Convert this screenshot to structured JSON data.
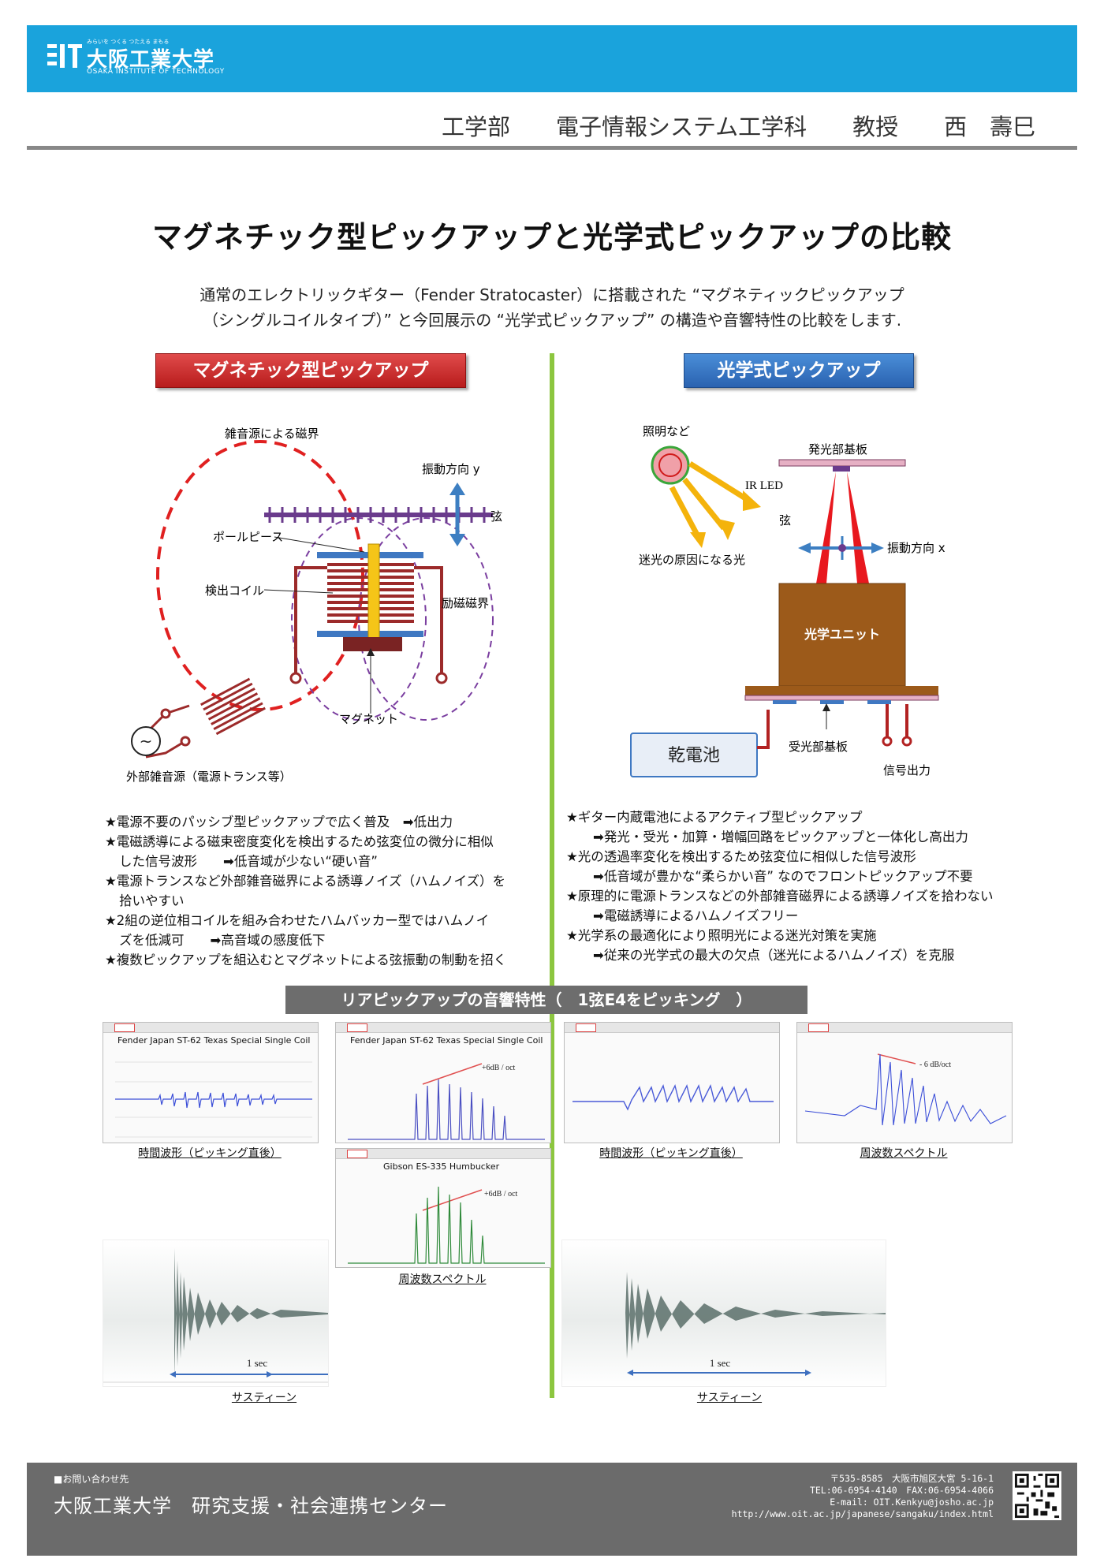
{
  "header": {
    "logo_tagline": "みらいを つくる つたえる まもる",
    "logo_name": "大阪工業大学",
    "logo_sub": "OSAKA INSTITUTE OF TECHNOLOGY",
    "faculty": "工学部",
    "department": "電子情報システム工学科",
    "position": "教授",
    "author": "西　壽巳"
  },
  "title": "マグネチック型ピックアップと光学式ピックアップの比較",
  "intro": [
    "通常のエレクトリックギター（Fender Stratocaster）に搭載された “マグネティックピックアップ",
    "（シングルコイルタイプ）” と今回展示の “光学式ピックアップ” の構造や音響特性の比較をします."
  ],
  "magnetic": {
    "label": "マグネチック型ピックアップ",
    "diagram": {
      "noise_field": "雑音源による磁界",
      "vibration": "振動方向 y",
      "string": "弦",
      "pole_piece": "ポールピース",
      "coil": "検出コイル",
      "excitation": "励磁磁界",
      "magnet": "マグネット",
      "source_symbol": "~",
      "noise_source": "外部雑音源（電源トランス等）"
    },
    "bullets": [
      "★電源不要のパッシブ型ピックアップで広く普及　➡低出力",
      "★電磁誘導による磁束密度変化を検出するため弦変位の微分に相似",
      "した信号波形　　➡低音域が少ない“硬い音”",
      "★電源トランスなど外部雑音磁界による誘導ノイズ（ハムノイズ）を",
      "拾いやすい",
      "★2組の逆位相コイルを組み合わせたハムバッカー型ではハムノイ",
      "ズを低減可　　➡高音域の感度低下",
      "★複数ピックアップを組込むとマグネットによる弦振動の制動を招く"
    ]
  },
  "optical": {
    "label": "光学式ピックアップ",
    "diagram": {
      "lighting": "照明など",
      "emitter_board": "発光部基板",
      "ir_led": "IR LED",
      "string": "弦",
      "vibration": "振動方向 x",
      "stray_light": "迷光の原因になる光",
      "optical_unit": "光学ユニット",
      "battery": "乾電池",
      "receiver_board": "受光部基板",
      "signal_out": "信号出力"
    },
    "bullets": [
      "★ギター内蔵電池によるアクティブ型ピックアップ",
      "➡発光・受光・加算・増幅回路をピックアップと一体化し高出力",
      "★光の透過率変化を検出するため弦変位に相似した信号波形",
      "➡低音域が豊かな“柔らかい音” なのでフロントピックアップ不要",
      "★原理的に電源トランスなどの外部雑音磁界による誘導ノイズを拾わない",
      "➡電磁誘導によるハムノイズフリー",
      "★光学系の最適化により照明光による迷光対策を実施",
      "➡従来の光学式の最大の欠点（迷光によるハムノイズ）を克服"
    ]
  },
  "acoustics": {
    "section_title": "リアピックアップの音響特性（　1弦E4をピッキング　）",
    "shot1_title": "Fender Japan ST-62   Texas Special Single Coil",
    "shot2_title": "Fender Japan ST-62   Texas Special Single Coil",
    "shot3_title": "Gibson ES-335 Humbucker",
    "slope_pos": "+6dB / oct",
    "slope_neg": "- 6 dB/oct",
    "cap_time_left": "時間波形（ピッキング直後）",
    "cap_spec_left": "周波数スペクトル",
    "cap_time_right": "時間波形（ピッキング直後）",
    "cap_spec_right": "周波数スペクトル",
    "one_sec": "1 sec",
    "sustain": "サスティーン"
  },
  "footer": {
    "contact": "■お問い合わせ先",
    "center": "大阪工業大学　研究支援・社会連携センター",
    "address": "〒535-8585　大阪市旭区大宮 5-16-1",
    "phone": "TEL:06-6954-4140　FAX:06-6954-4066",
    "email": "E-mail: OIT.Kenkyu@josho.ac.jp",
    "url": "http://www.oit.ac.jp/japanese/sangaku/index.html"
  },
  "colors": {
    "header_blue": "#1aa3dc",
    "divider_green": "#8cc63f",
    "magnetic_red": "#c62828",
    "optical_blue": "#2a62b0"
  }
}
